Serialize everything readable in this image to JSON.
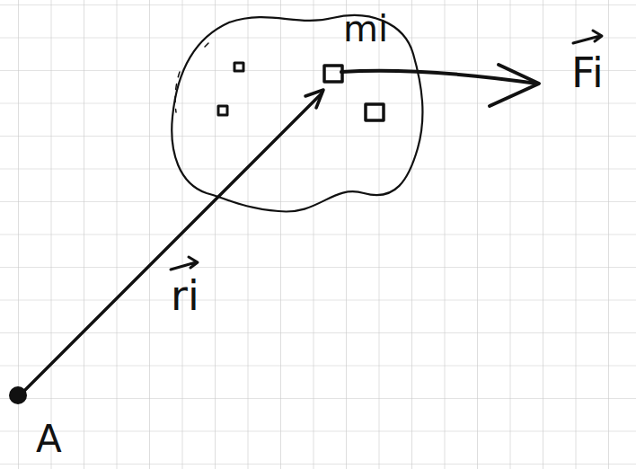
{
  "diagram": {
    "labels": [
      "mi",
      "Fi",
      "ri",
      "A"
    ]
  }
}
